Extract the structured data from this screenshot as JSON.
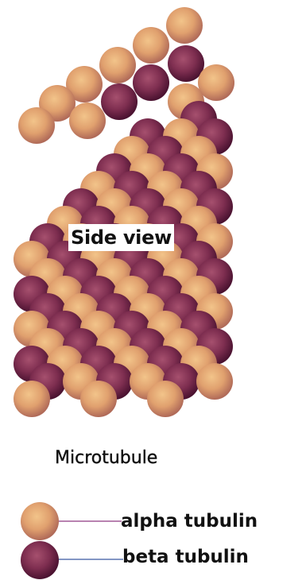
{
  "diagram": {
    "structure_label": "Side view",
    "title": "Microtubule",
    "legend": [
      {
        "label": "alpha tubulin",
        "kind": "alpha"
      },
      {
        "label": "beta tubulin",
        "kind": "beta"
      }
    ]
  },
  "colors": {
    "alpha_light": "#f2c48a",
    "alpha_mid": "#e0a06e",
    "alpha_dark": "#b06a58",
    "beta_light": "#a6506e",
    "beta_mid": "#7e2e50",
    "beta_dark": "#4a1230",
    "line_alpha": "#a05896",
    "line_beta": "#5a74b0"
  }
}
